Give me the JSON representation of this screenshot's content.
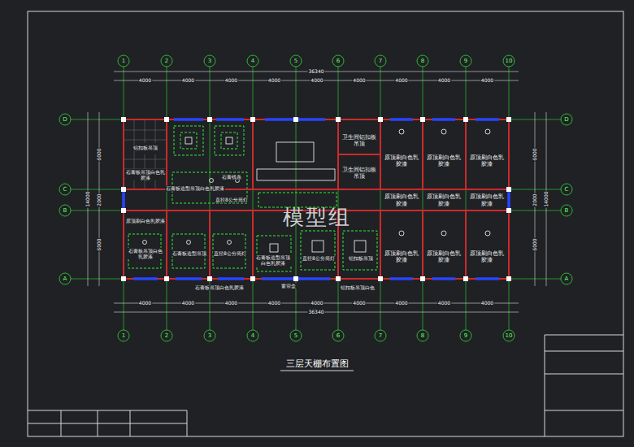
{
  "diagram": {
    "title": "三层天棚布置图",
    "nodes": [
      {
        "text": [
          "原顶刷白色乳胶漆"
        ]
      },
      {
        "text": [
          "原顶刷白色乳胶漆"
        ]
      },
      {
        "text": [
          "原顶刷白色乳胶漆"
        ]
      },
      {
        "text": [
          "卫生间铝扣板吊顶"
        ]
      },
      {
        "text": [
          "卫生间铝扣板吊顶"
        ]
      },
      {
        "text": [
          "原顶刷白色乳胶漆"
        ]
      },
      {
        "text": [
          "原顶刷白色乳胶漆"
        ]
      },
      {
        "text": [
          "原顶刷白色乳胶漆"
        ]
      },
      {
        "text": [
          "原顶刷白色乳胶漆"
        ]
      },
      {
        "text": [
          "原顶刷白色乳胶漆"
        ]
      },
      {
        "text": [
          "原顶刷白色乳胶漆"
        ]
      }
    ],
    "labels": [
      "1",
      "2",
      "3",
      "4",
      "5",
      "6",
      "7",
      "8",
      "9",
      "10",
      "1",
      "2",
      "3",
      "4",
      "5",
      "6",
      "7",
      "8",
      "9",
      "10",
      "D",
      "C",
      "B",
      "A",
      "D",
      "C",
      "B",
      "A",
      "4000",
      "4000",
      "4000",
      "4000",
      "4000",
      "4000",
      "4000",
      "4000",
      "4000",
      "36340",
      "4000",
      "4000",
      "4000",
      "4000",
      "4000",
      "4000",
      "4000",
      "4000",
      "4000",
      "36340",
      "6000",
      "2000",
      "6000",
      "14000",
      "6000",
      "2000",
      "6000",
      "14000",
      "模型组",
      "铝扣板吊顶",
      "石膏板吊顶白色乳胶漆",
      "石膏板造型吊顶白色乳胶漆",
      "石膏线条",
      "直径8公分筒灯",
      "原顶刷白色乳胶漆",
      "石膏板吊顶白色乳胶漆",
      "石膏板造型吊顶",
      "直径8公分筒灯",
      "石膏板造型吊顶白色乳胶漆",
      "直径8公分筒灯",
      "铝扣板吊顶",
      "石膏板吊顶白色乳胶漆",
      "窗帘盒",
      "铝扣板吊顶白色"
    ]
  }
}
